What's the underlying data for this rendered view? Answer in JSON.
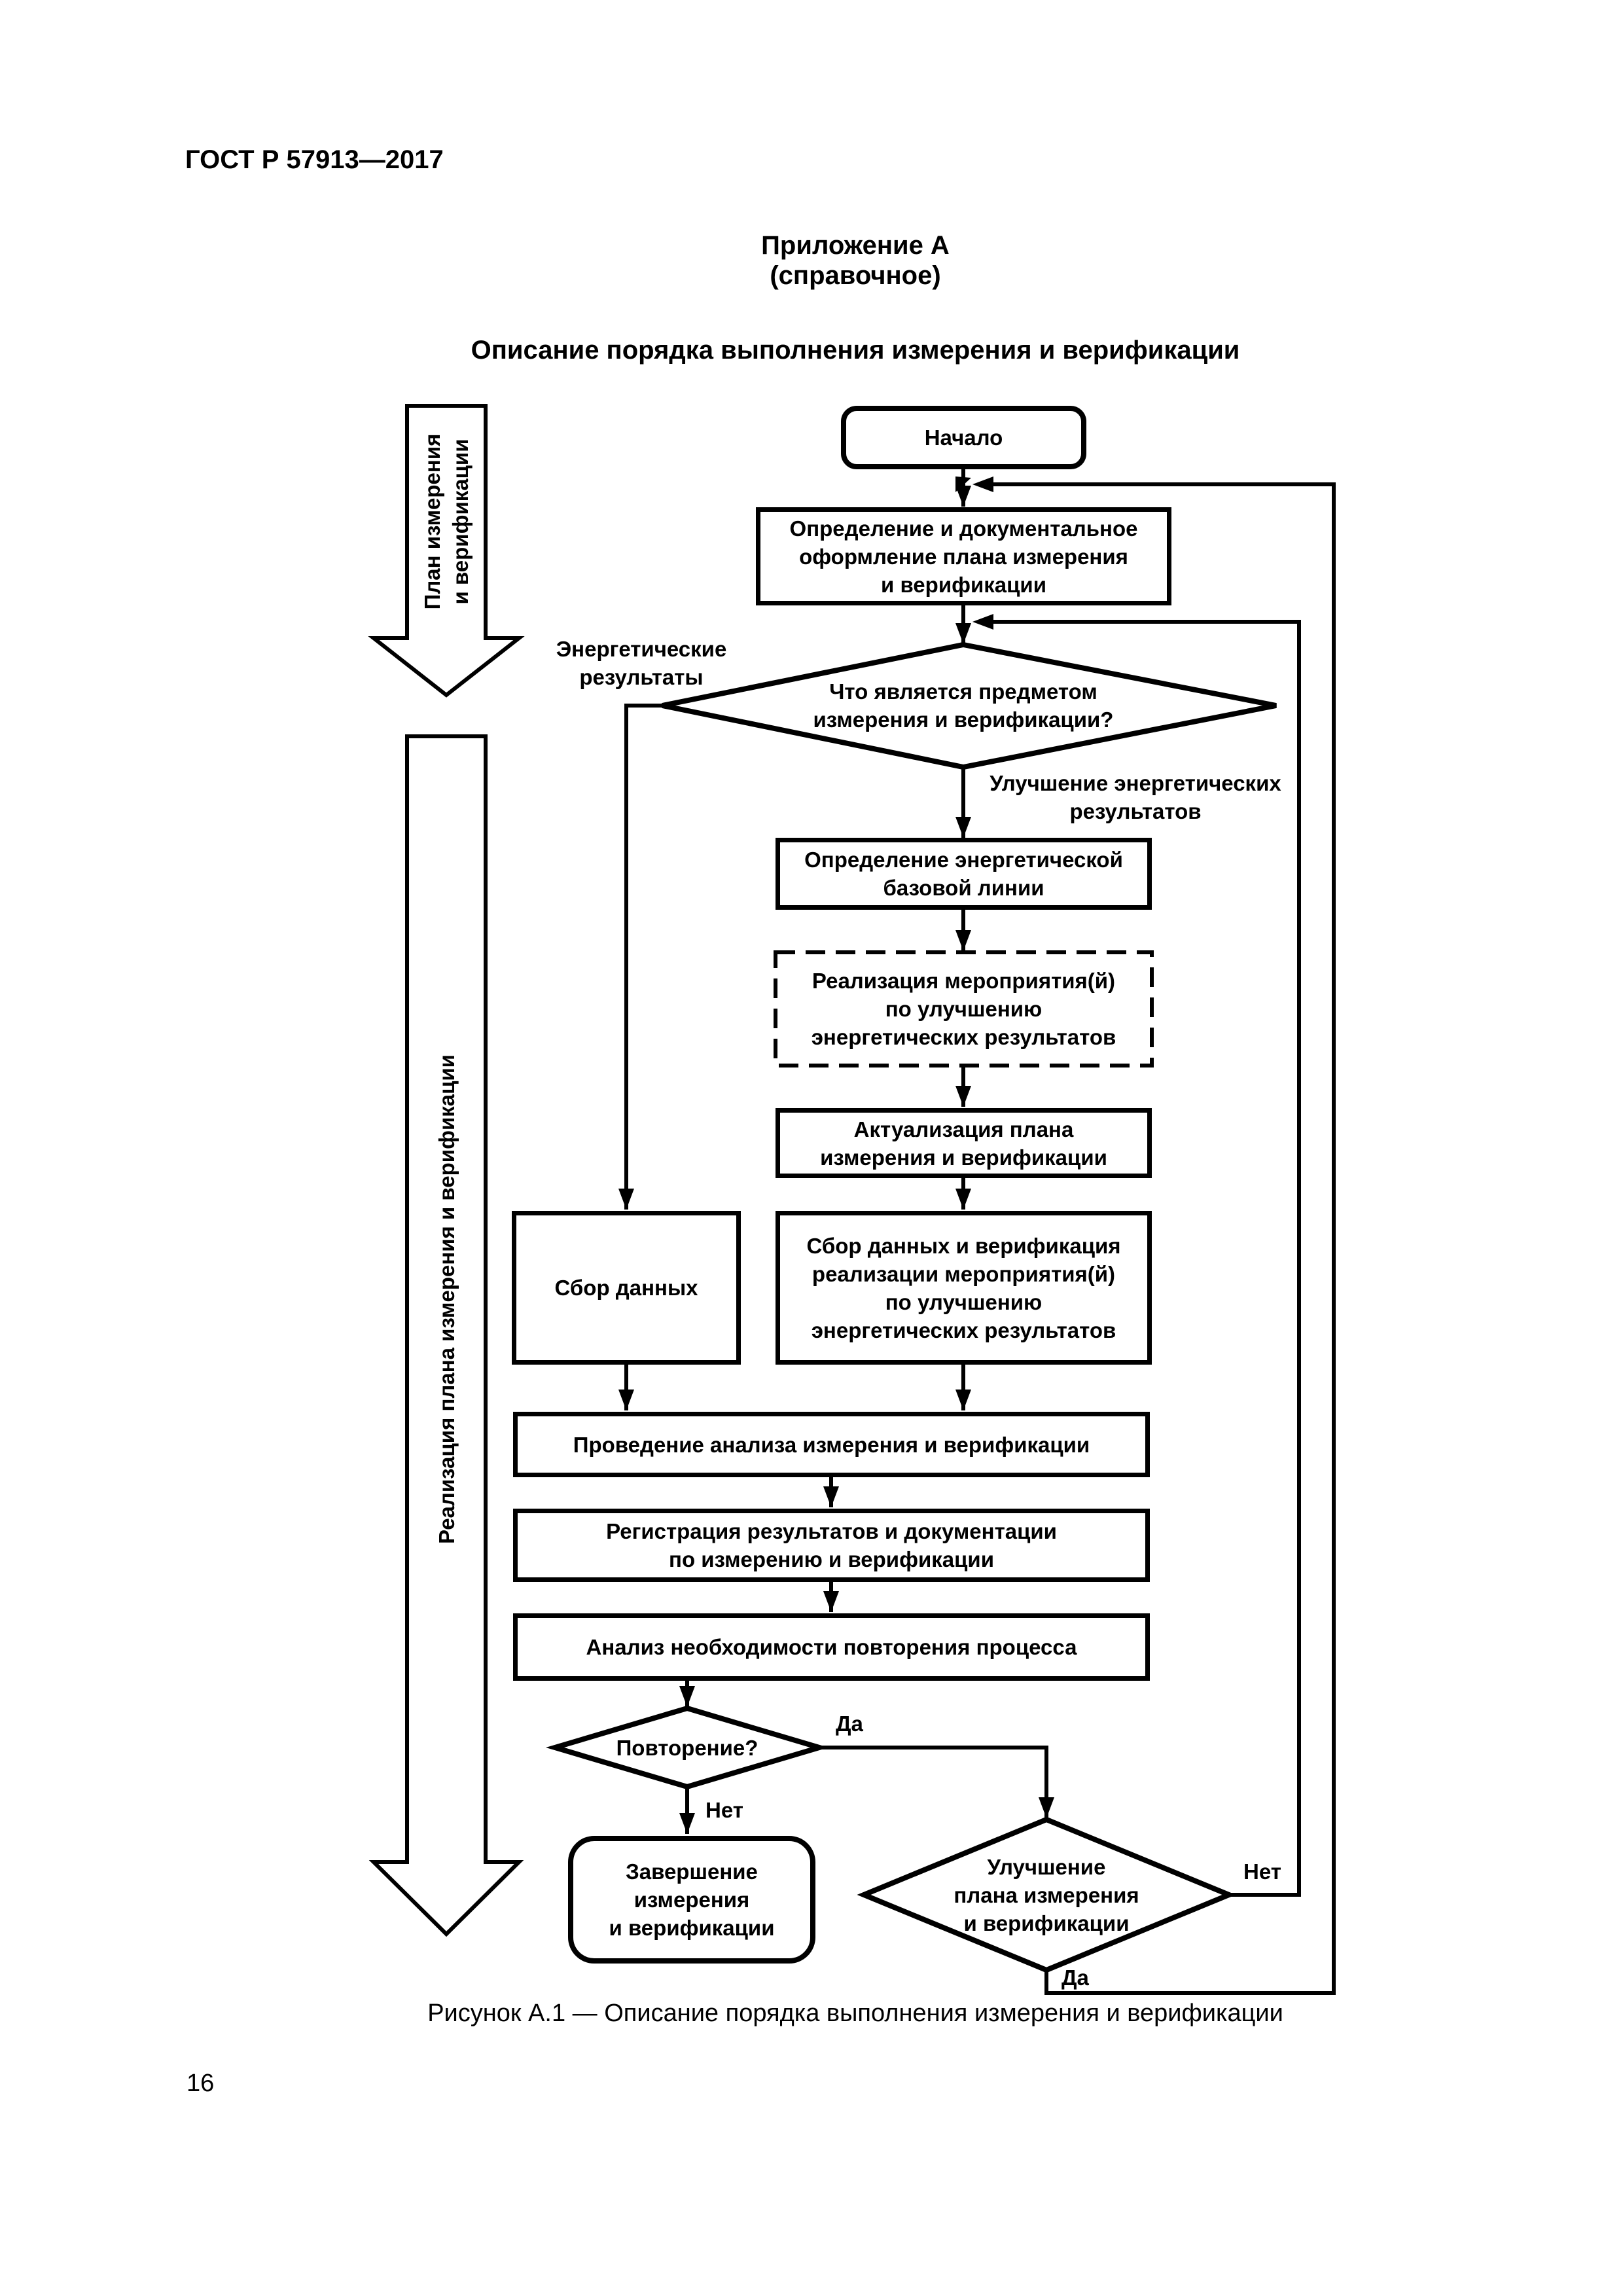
{
  "page": {
    "gost_header": "ГОСТ Р 57913—2017",
    "annex": "Приложение А",
    "annex_note": "(справочное)",
    "title": "Описание порядка выполнения измерения и верификации",
    "caption": "Рисунок А.1 — Описание порядка выполнения измерения и верификации",
    "page_number": "16"
  },
  "flowchart": {
    "nodes": {
      "start": "Начало",
      "define_plan": "Определение и документальное\nоформление плана измерения\nи верификации",
      "subject_question": "Что является предметом\nизмерения и верификации?",
      "baseline": "Определение энергетической\nбазовой линии",
      "implement_actions": "Реализация мероприятия(й)\nпо улучшению\nэнергетических результатов",
      "update_plan": "Актуализация плана\nизмерения и верификации",
      "collect_data": "Сбор данных",
      "collect_verify": "Сбор данных и верификация\nреализации мероприятия(й)\nпо улучшению\nэнергетических результатов",
      "perform_analysis": "Проведение анализа измерения и верификации",
      "register_results": "Регистрация результатов и документации\nпо измерению и верификации",
      "repeat_need_analysis": "Анализ необходимости повторения процесса",
      "repeat_question": "Повторение?",
      "improve_plan_question": "Улучшение\nплана измерения\nи верификации",
      "finish": "Завершение\nизмерения\nи верификации"
    },
    "branch_labels": {
      "energy_results": "Энергетические\nрезультаты",
      "improve_energy_results": "Улучшение энергетических\nрезультатов",
      "yes": "Да",
      "no": "Нет"
    },
    "side_arrows": {
      "plan_phase": "План измерения\nи верификации",
      "implement_phase": "Реализация плана измерения и верификации"
    }
  }
}
